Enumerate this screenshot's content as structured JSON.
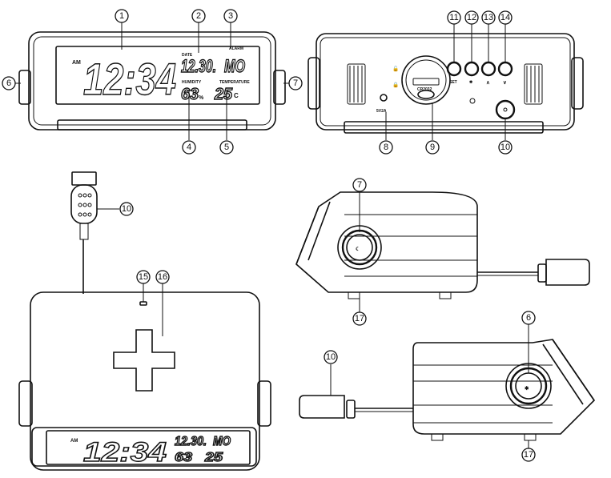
{
  "front": {
    "am": "AM",
    "time": "12:34",
    "date_label": "DATE",
    "date": "12.30.",
    "day": "MO",
    "alarm_label": "ALARM",
    "humidity_label": "HUMIDITY",
    "humidity": "63",
    "humidity_unit": "%",
    "temperature_label": "TEMPERATURE",
    "temperature": "25",
    "temperature_unit": "C"
  },
  "back": {
    "battery": "CR2032",
    "power": "5V2A",
    "set_label": "SET",
    "up_label": "∧",
    "down_label": "∨"
  },
  "callouts": {
    "n1": "1",
    "n2": "2",
    "n3": "3",
    "n4": "4",
    "n5": "5",
    "n6": "6",
    "n7": "7",
    "n8": "8",
    "n9": "9",
    "n10": "10",
    "n11": "11",
    "n12": "12",
    "n13": "13",
    "n14": "14",
    "n15": "15",
    "n16": "16",
    "n17": "17"
  }
}
